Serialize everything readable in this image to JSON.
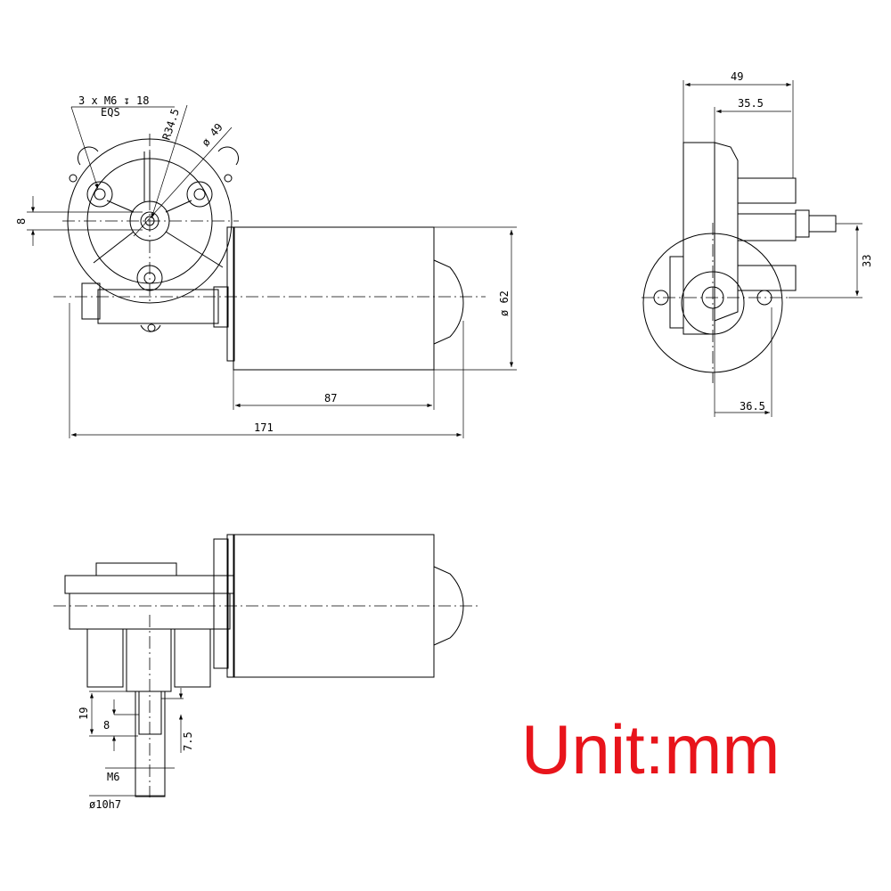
{
  "labels": {
    "thread_callout": "3 x M6 ↧ 18",
    "thread_callout_sub": "EQS",
    "radius": "R34.5",
    "pcd": "ø 49",
    "offset_8_front": "8",
    "diameter_62": "ø 62",
    "length_87": "87",
    "length_171": "171",
    "side_49": "49",
    "side_35_5": "35.5",
    "side_33": "33",
    "side_36_5": "36.5",
    "shaft_19": "19",
    "shaft_8": "8",
    "shaft_7_5": "7.5",
    "shaft_m6": "M6",
    "shaft_dia": "ø10h7"
  },
  "unit_note": "Unit:mm",
  "colors": {
    "unit_note": "#e8141b",
    "lines": "#000000"
  }
}
